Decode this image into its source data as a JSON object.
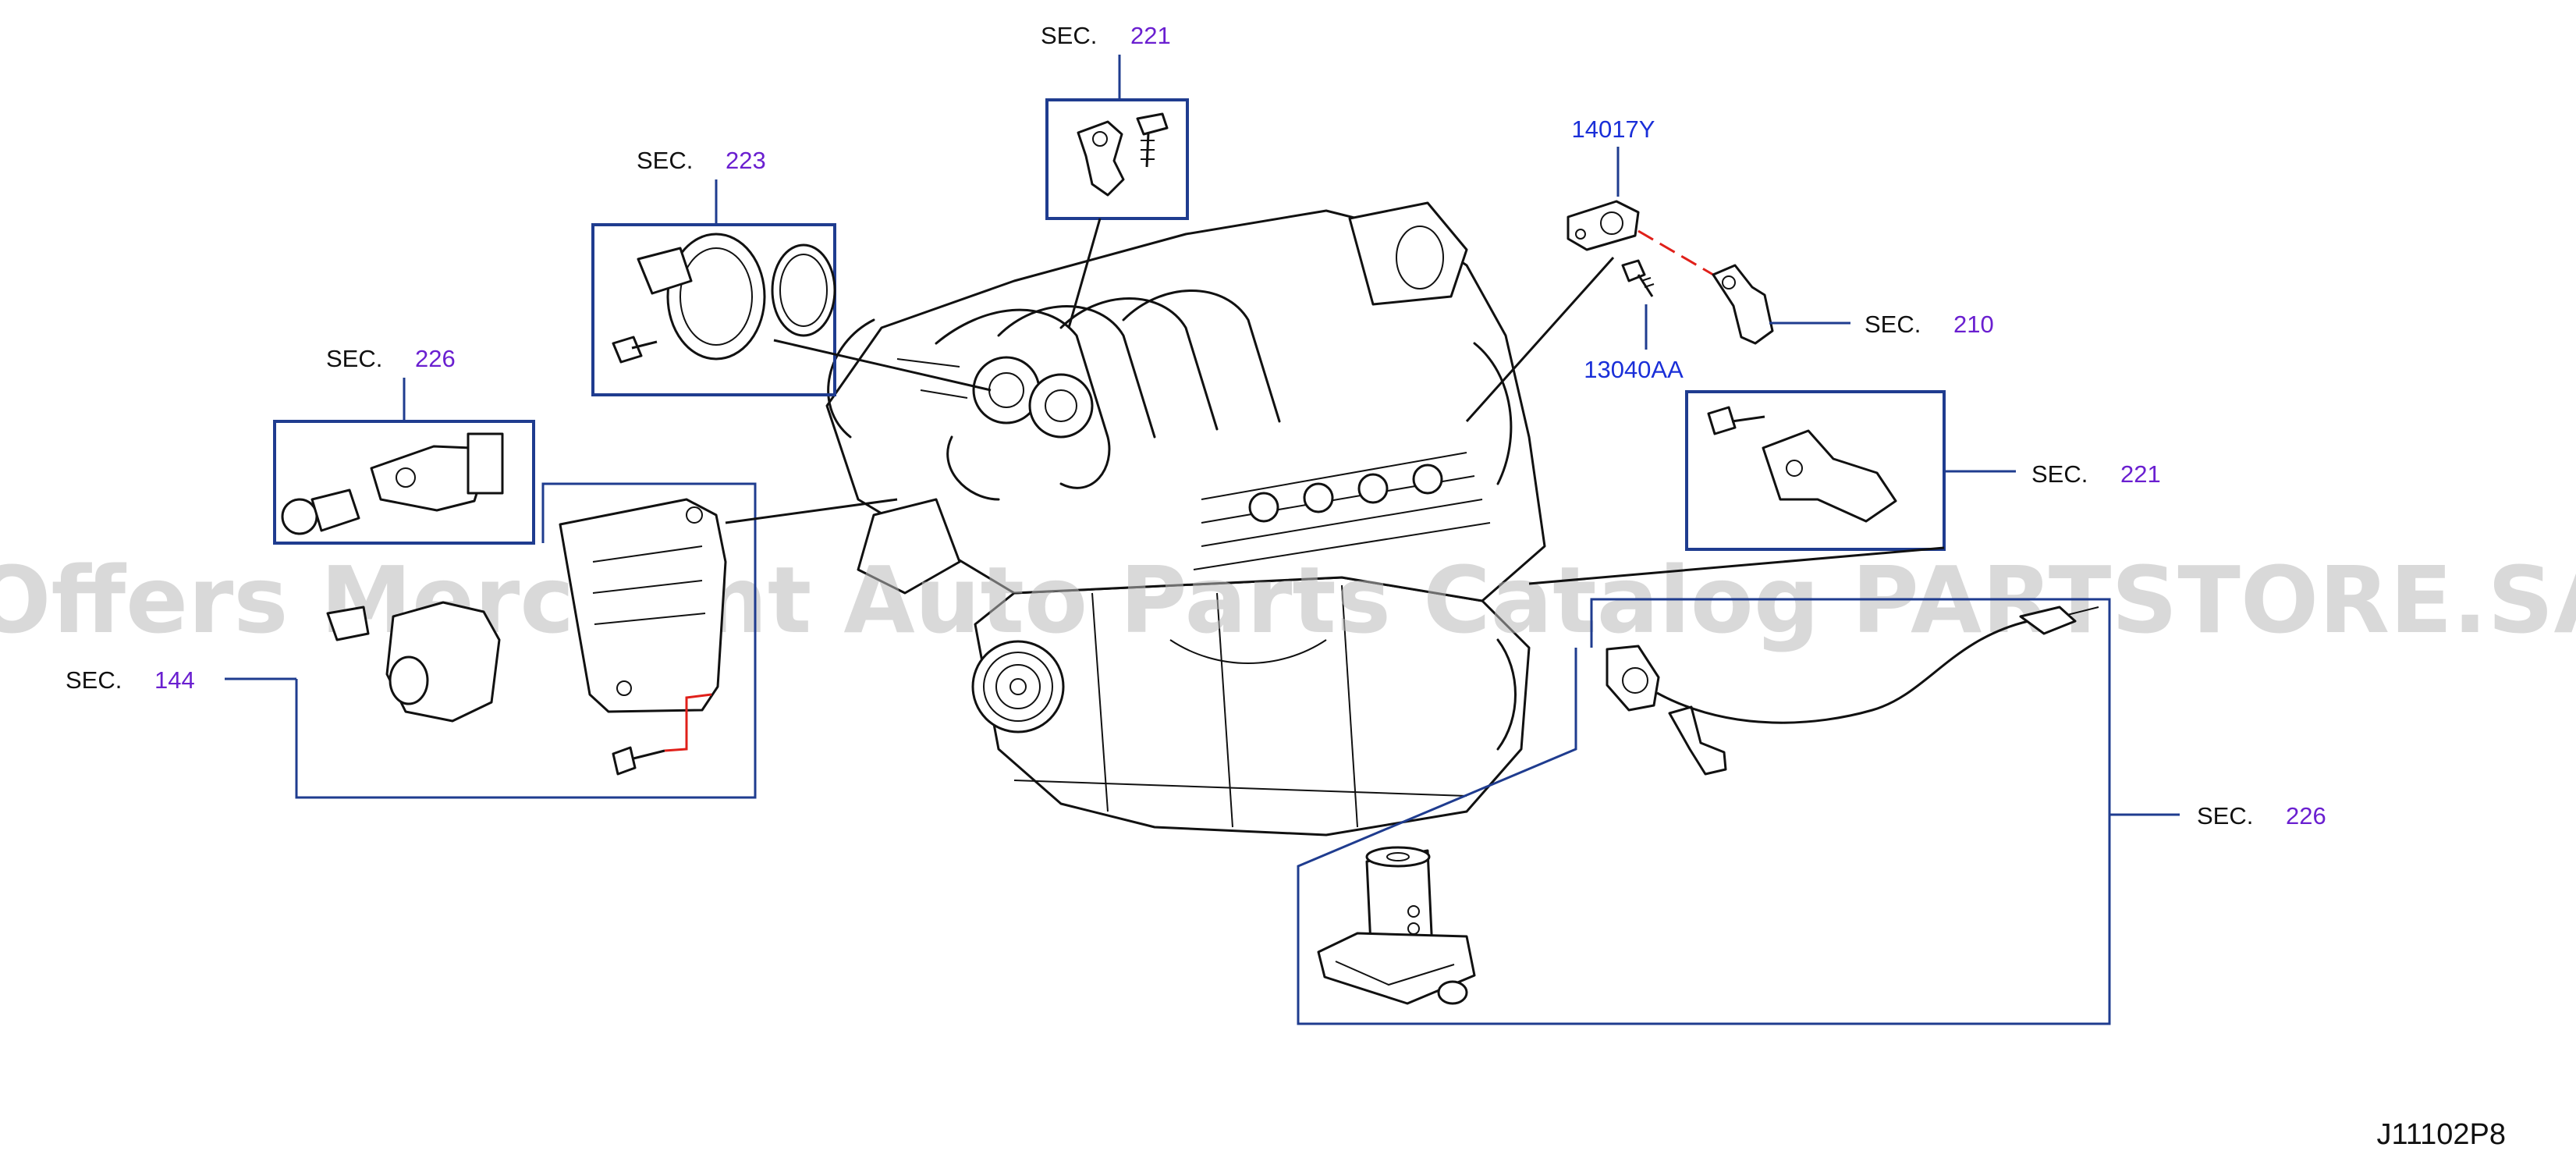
{
  "watermark": "Offers Merchant Auto Parts Catalog PARTSTORE.SA",
  "diagram_code": "J11102P8",
  "sec_prefix": "SEC.",
  "callouts": [
    {
      "id": "sec221-top",
      "number": "221"
    },
    {
      "id": "sec223",
      "number": "223"
    },
    {
      "id": "sec226-left",
      "number": "226"
    },
    {
      "id": "sec144",
      "number": "144"
    },
    {
      "id": "sec210",
      "number": "210"
    },
    {
      "id": "sec221-right",
      "number": "221"
    },
    {
      "id": "sec226-right",
      "number": "226"
    }
  ],
  "part_numbers": {
    "gasket": "14017Y",
    "bolt": "13040AA"
  },
  "colors": {
    "frame": "#1f3c8f",
    "section_number": "#6a1fd0",
    "part_number": "#1a2fd8",
    "connector_dash": "#e0201a",
    "watermark": "#b9b9b9"
  }
}
